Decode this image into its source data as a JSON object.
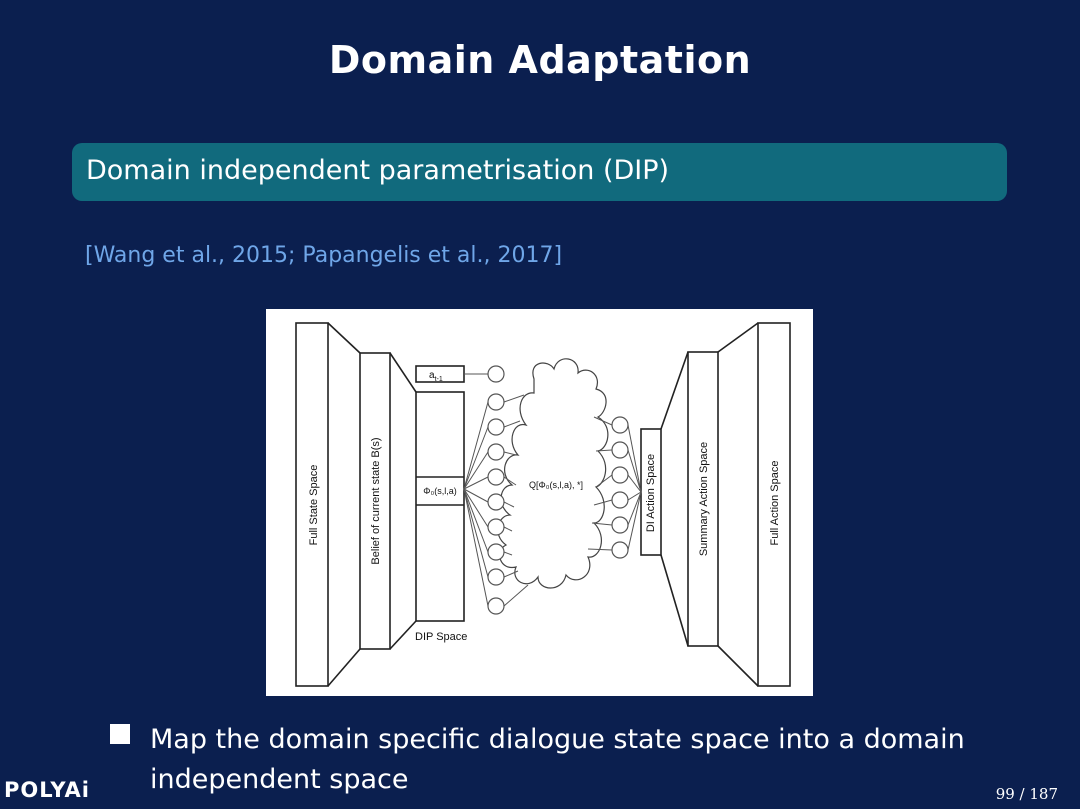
{
  "slide": {
    "title": "Domain Adaptation",
    "block_title": "Domain independent parametrisation (DIP)",
    "citation": "[Wang et al., 2015; Papangelis et al., 2017]",
    "bullet": "Map the domain specific dialogue state space into a domain independent space",
    "logo": "POLYAi",
    "page_number": "99 / 187"
  },
  "figure": {
    "labels": {
      "full_state_space": "Full State Space",
      "belief_state": "Belief of current state B(s)",
      "prev_action": "a",
      "prev_action_sub": "t-1",
      "dip_features": "Φ₀(s,l,a)",
      "dip_space": "DIP Space",
      "q_function": "Q[Φ₀(s,l,a), *]",
      "di_action_space": "DI Action Space",
      "summary_action_space": "Summary Action Space",
      "full_action_space": "Full Action Space"
    }
  },
  "colors": {
    "background": "#0b1f4f",
    "block_header": "#116a7d",
    "citation": "#6fa6e8"
  }
}
